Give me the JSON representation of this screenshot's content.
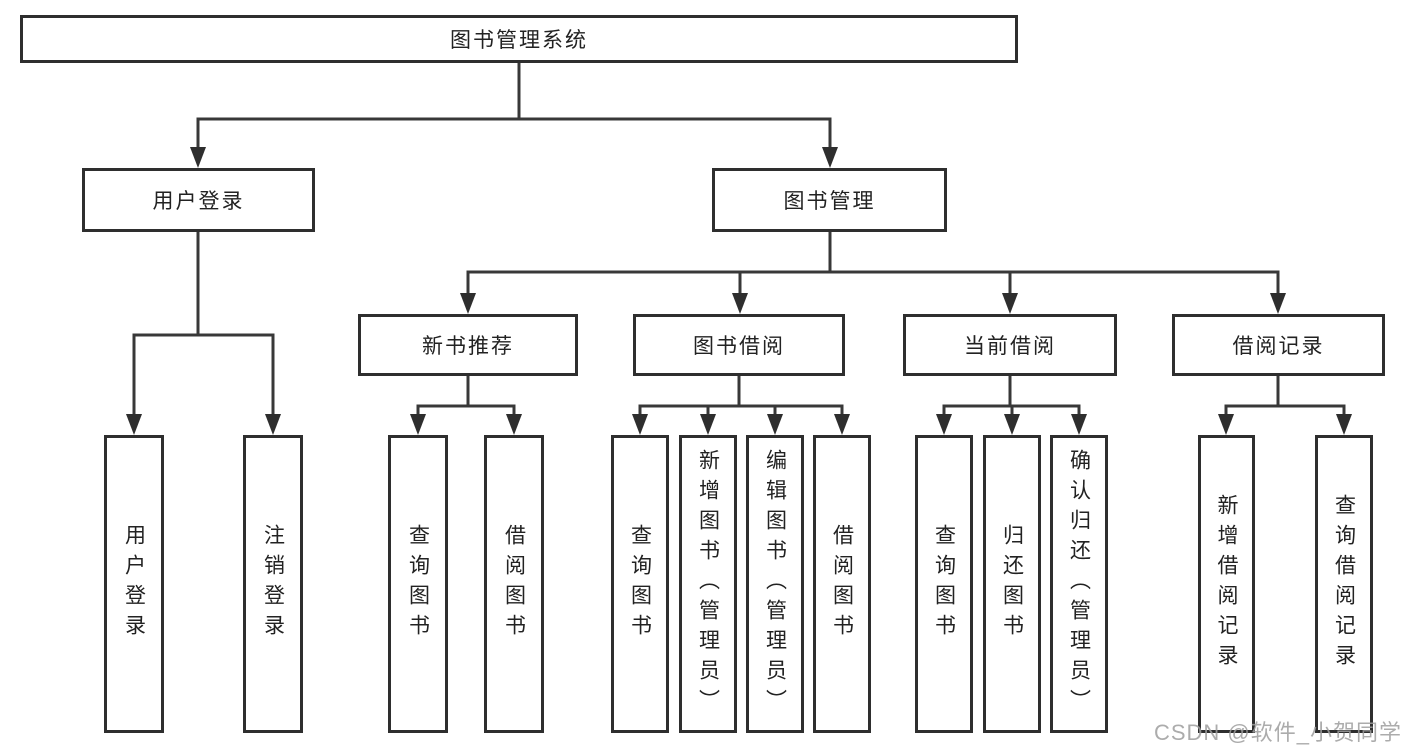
{
  "diagram": {
    "root": "图书管理系统",
    "user_login": {
      "label": "用户登录",
      "children": [
        "用户登录",
        "注销登录"
      ]
    },
    "book_management": {
      "label": "图书管理",
      "sections": [
        {
          "label": "新书推荐",
          "children": [
            "查询图书",
            "借阅图书"
          ]
        },
        {
          "label": "图书借阅",
          "children": [
            "查询图书",
            "新增图书（管理员）",
            "编辑图书（管理员）",
            "借阅图书"
          ]
        },
        {
          "label": "当前借阅",
          "children": [
            "查询图书",
            "归还图书",
            "确认归还（管理员）"
          ]
        },
        {
          "label": "借阅记录",
          "children": [
            "新增借阅记录",
            "查询借阅记录"
          ]
        }
      ]
    }
  },
  "watermark": "CSDN @软件_小贺同学",
  "colors": {
    "box_border": "#2e2e2e",
    "connector": "#383838",
    "text": "#222222",
    "watermark": "#9e9e9e",
    "background": "#ffffff"
  }
}
